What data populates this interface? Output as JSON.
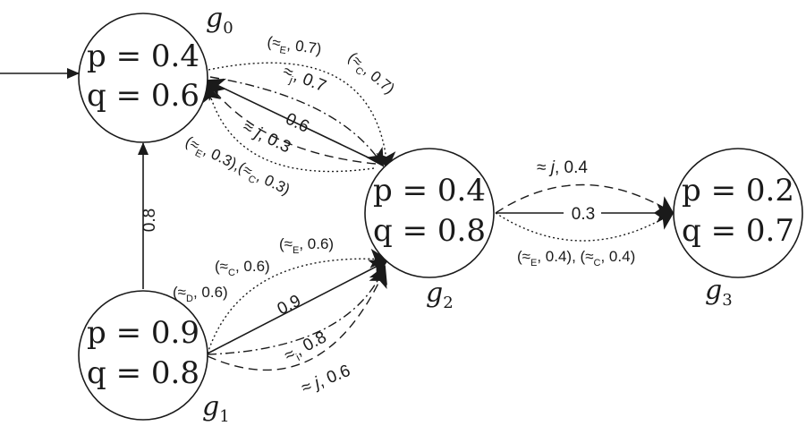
{
  "nodes": {
    "g0": {
      "label": "g0",
      "label_base": "g",
      "label_sub": "0",
      "p": "p = 0.4",
      "q": "q = 0.6"
    },
    "g1": {
      "label": "g1",
      "label_base": "g",
      "label_sub": "1",
      "p": "p = 0.9",
      "q": "q = 0.8"
    },
    "g2": {
      "label": "g2",
      "label_base": "g",
      "label_sub": "2",
      "p": "p = 0.4",
      "q": "q = 0.8"
    },
    "g3": {
      "label": "g3",
      "label_base": "g",
      "label_sub": "3",
      "p": "p = 0.2",
      "q": "q = 0.7"
    }
  },
  "edges": {
    "g1_g0": "0.8",
    "g0_g2_top": "(≈E, 0.7) (≈C, 0.7)",
    "g0_g2_top_a": "(≈",
    "g0_g2_top_a_sub": "E",
    "g0_g2_top_a_val": ", 0.7)",
    "g0_g2_top_b": "(≈",
    "g0_g2_top_b_sub": "C",
    "g0_g2_top_b_val": ", 0.7)",
    "g0_g2_j": "≈j, 0.7",
    "g0_g2_j_sym": "≈",
    "g0_g2_j_sub": "j",
    "g0_g2_j_val": ", 0.7",
    "g2_g0_solid": "0.6",
    "g2_g0_dashed": "≈ j, 0.3",
    "g2_g0_dashed_sym": "≈ ",
    "g2_g0_dashed_j": "j",
    "g2_g0_dashed_val": ", 0.3",
    "g2_g0_bottom": "(≈E, 0.3), (≈C, 0.3)",
    "g2_g0_bottom_a": "(≈",
    "g2_g0_bottom_a_sub": "E",
    "g2_g0_bottom_a_val": ", 0.3),",
    "g2_g0_bottom_b": "(≈",
    "g2_g0_bottom_b_sub": "C",
    "g2_g0_bottom_b_val": ", 0.3)",
    "g2_g3_dashed": "≈ j, 0.4",
    "g2_g3_dashed_sym": "≈ ",
    "g2_g3_dashed_j": "j",
    "g2_g3_dashed_val": ", 0.4",
    "g2_g3_solid": "0.3",
    "g2_g3_dotted": "(≈E, 0.4), (≈C, 0.4)",
    "g2_g3_dotted_a": "(≈",
    "g2_g3_dotted_a_sub": "E",
    "g2_g3_dotted_a_val": ", 0.4), ",
    "g2_g3_dotted_b": "(≈",
    "g2_g3_dotted_b_sub": "C",
    "g2_g3_dotted_b_val": ", 0.4)",
    "g1_g2_E": "(≈E, 0.6)",
    "g1_g2_E_a": "(≈",
    "g1_g2_E_sub": "E",
    "g1_g2_E_val": ", 0.6)",
    "g1_g2_C": "(≈C, 0.6)",
    "g1_g2_C_a": "(≈",
    "g1_g2_C_sub": "C",
    "g1_g2_C_val": ", 0.6)",
    "g1_g2_D": "(≈D, 0.6)",
    "g1_g2_D_a": "(≈",
    "g1_g2_D_sub": "D",
    "g1_g2_D_val": ", 0.6)",
    "g1_g2_solid": "0.9",
    "g1_g2_i": "≈i, 0.8",
    "g1_g2_i_sym": "≈",
    "g1_g2_i_sub": "i",
    "g1_g2_i_val": ", 0.8",
    "g1_g2_j": "≈ j, 0.6",
    "g1_g2_j_sym": "≈ ",
    "g1_g2_j_j": "j",
    "g1_g2_j_val": ", 0.6"
  },
  "colors": {
    "stroke": "#1a1a1a",
    "background": "#ffffff"
  }
}
